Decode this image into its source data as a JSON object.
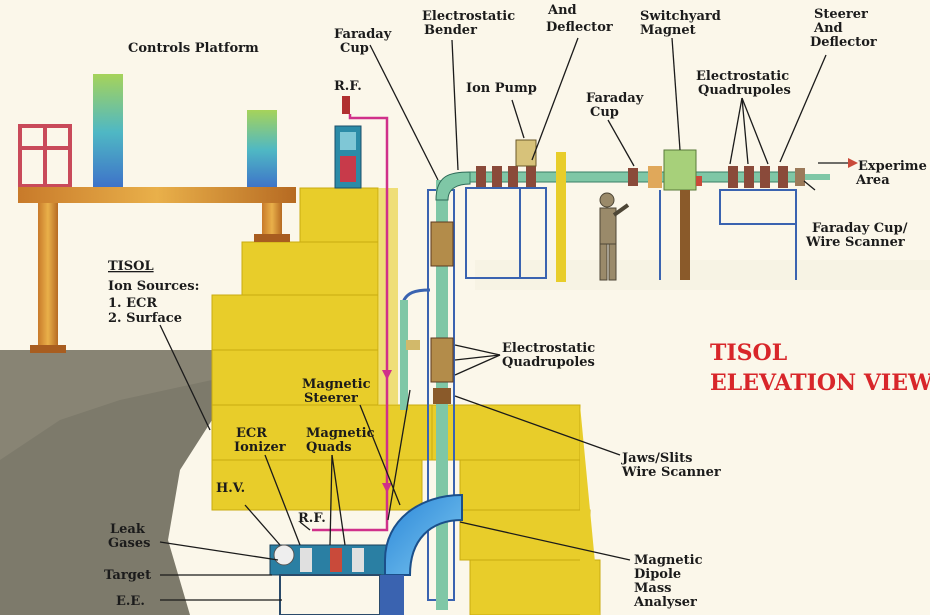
{
  "title": [
    "TISOL",
    "ELEVATION VIEW"
  ],
  "labels": {
    "controls_platform": "Controls Platform",
    "faraday_cup_top": [
      "Faraday",
      "Cup"
    ],
    "rf_top": "R.F.",
    "electrostatic_bender": [
      "Electrostatic",
      "Bender"
    ],
    "and_deflector": [
      "And",
      "Deflector"
    ],
    "switchyard_magnet": [
      "Switchyard",
      "Magnet"
    ],
    "steerer_deflector": [
      "Steerer",
      "And",
      "Deflector"
    ],
    "ion_pump": "Ion Pump",
    "faraday_cup_mid": [
      "Faraday",
      "Cup"
    ],
    "electrostatic_quads_top": [
      "Electrostatic",
      "Quadrupoles"
    ],
    "experimental_area": [
      "Experime",
      "Area"
    ],
    "faraday_cup_wire": [
      "Faraday Cup/",
      "Wire Scanner"
    ],
    "tisol_sources": [
      "TISOL",
      "Ion Sources:",
      "1. ECR",
      "2. Surface"
    ],
    "electrostatic_quads_mid": [
      "Electrostatic",
      "Quadrupoles"
    ],
    "magnetic_steerer": [
      "Magnetic",
      "Steerer"
    ],
    "ecr_ionizer": [
      "ECR",
      "Ionizer"
    ],
    "magnetic_quads": [
      "Magnetic",
      "Quads"
    ],
    "jaws_slits": [
      "Jaws/Slits",
      "Wire Scanner"
    ],
    "hv": "H.V.",
    "rf_bottom": "R.F.",
    "leak_gases": [
      "Leak",
      "Gases"
    ],
    "target": "Target",
    "ee": "E.E.",
    "dipole": [
      "Magnetic",
      "Dipole",
      "Mass",
      "Analyser"
    ]
  },
  "colors": {
    "background": "#fbf7ea",
    "concrete": "#e8cd2a",
    "concrete_edge": "#c9ab10",
    "ground": "#7d7a6b",
    "frame": "#c65a2a",
    "beamline": "#7fc7a6",
    "rf_line": "#d0308a",
    "title": "#d8262a",
    "magnet_blue": "#2f8fd6"
  }
}
